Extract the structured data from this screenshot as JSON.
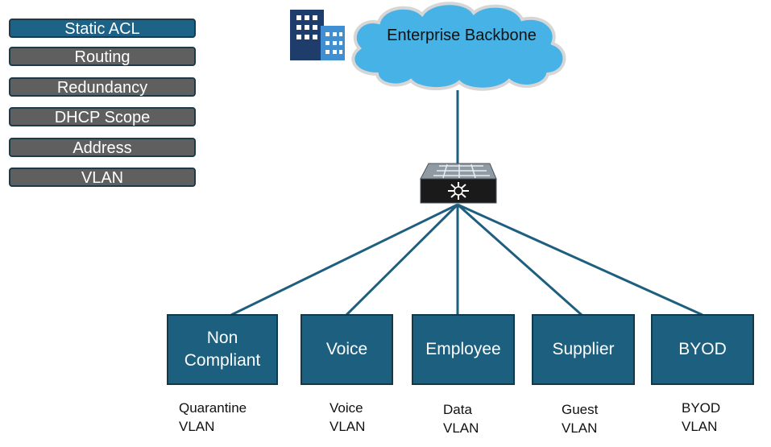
{
  "layers": [
    {
      "label": "Static ACL",
      "active": true
    },
    {
      "label": "Routing",
      "active": false
    },
    {
      "label": "Redundancy",
      "active": false
    },
    {
      "label": "DHCP Scope",
      "active": false
    },
    {
      "label": "Address",
      "active": false
    },
    {
      "label": "VLAN",
      "active": false
    }
  ],
  "cloud": {
    "label": "Enterprise Backbone"
  },
  "icons": {
    "building": "building-icon",
    "switch": "network-switch-icon",
    "cloud": "cloud-icon"
  },
  "segments": [
    {
      "name": "Non\nCompliant",
      "caption": "Quarantine\nVLAN"
    },
    {
      "name": "Voice",
      "caption": "Voice\nVLAN"
    },
    {
      "name": "Employee",
      "caption": "Data\nVLAN"
    },
    {
      "name": "Supplier",
      "caption": "Guest\nVLAN"
    },
    {
      "name": "BYOD",
      "caption": "BYOD\nVLAN"
    }
  ],
  "colors": {
    "active_layer": "#1d6387",
    "inactive_layer": "#5f5f5f",
    "segment_fill": "#1d5f7e",
    "cloud_fill": "#47b2e6",
    "link_line": "#1e5f7f"
  }
}
